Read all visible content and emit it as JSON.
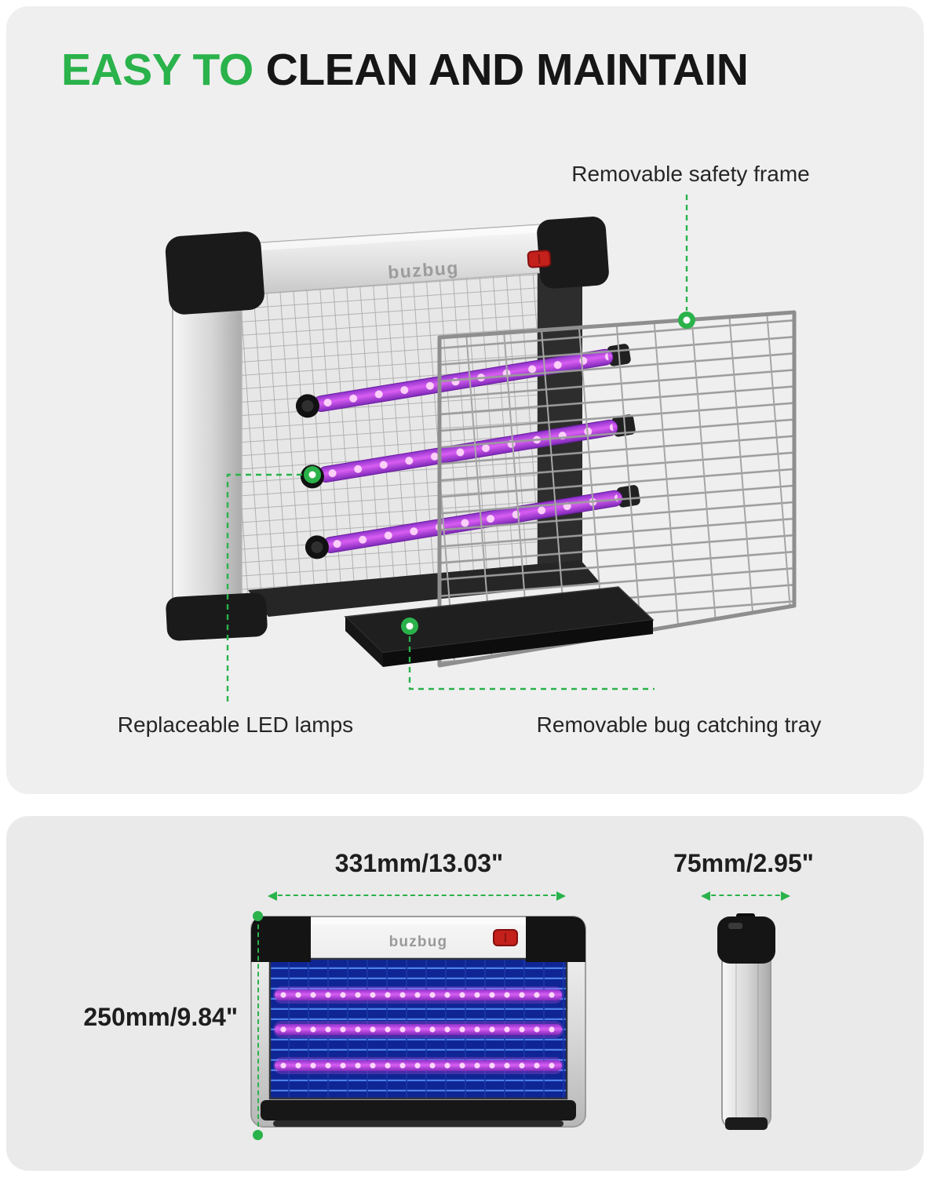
{
  "colors": {
    "accent_green": "#2AB24B",
    "led_purple": "#C94FE3",
    "interior_blue": "#0E2593",
    "switch_red": "#C4201C",
    "panel_gray": "#EFEFEF"
  },
  "header": {
    "title_green": "EASY TO",
    "title_rest": "CLEAN AND MAINTAIN"
  },
  "brand": {
    "logo": "buzbug"
  },
  "callouts": {
    "safety_frame": "Removable safety frame",
    "led_lamps": "Replaceable LED lamps",
    "tray": "Removable bug catching tray"
  },
  "dimensions": {
    "width": "331mm/13.03\"",
    "depth": "75mm/2.95\"",
    "height": "250mm/9.84\""
  }
}
